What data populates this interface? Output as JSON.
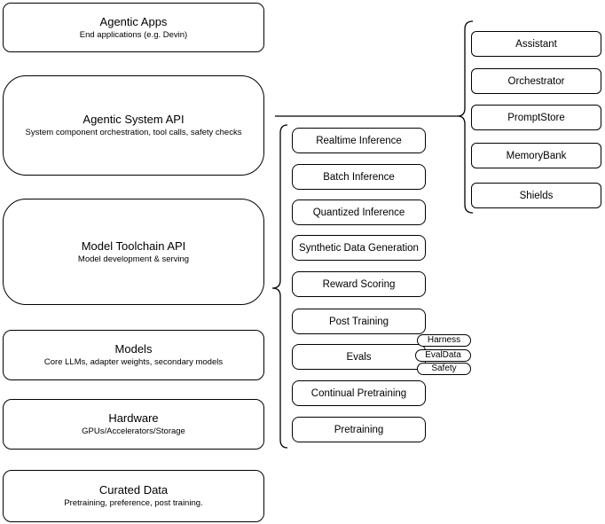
{
  "diagram": {
    "left_stack": [
      {
        "title": "Agentic Apps",
        "subtitle": "End applications (e.g. Devin)"
      },
      {
        "title": "Agentic System API",
        "subtitle": "System component orchestration, tool calls, safety checks"
      },
      {
        "title": "Model Toolchain API",
        "subtitle": "Model development & serving"
      },
      {
        "title": "Models",
        "subtitle": "Core LLMs, adapter weights, secondary models"
      },
      {
        "title": "Hardware",
        "subtitle": "GPUs/Accelerators/Storage"
      },
      {
        "title": "Curated Data",
        "subtitle": "Pretraining, preference, post training."
      }
    ],
    "toolchain_components": [
      {
        "label": "Realtime Inference"
      },
      {
        "label": "Batch Inference"
      },
      {
        "label": "Quantized Inference"
      },
      {
        "label": "Synthetic Data Generation"
      },
      {
        "label": "Reward Scoring"
      },
      {
        "label": "Post Training"
      },
      {
        "label": "Evals"
      },
      {
        "label": "Continual Pretraining"
      },
      {
        "label": "Pretraining"
      }
    ],
    "evals_tags": [
      {
        "label": "Harness"
      },
      {
        "label": "EvalData"
      },
      {
        "label": "Safety"
      }
    ],
    "system_components": [
      {
        "label": "Assistant"
      },
      {
        "label": "Orchestrator"
      },
      {
        "label": "PromptStore"
      },
      {
        "label": "MemoryBank"
      },
      {
        "label": "Shields"
      }
    ],
    "colors": {
      "stroke": "#000000",
      "fill": "#ffffff",
      "text": "#000000"
    }
  }
}
